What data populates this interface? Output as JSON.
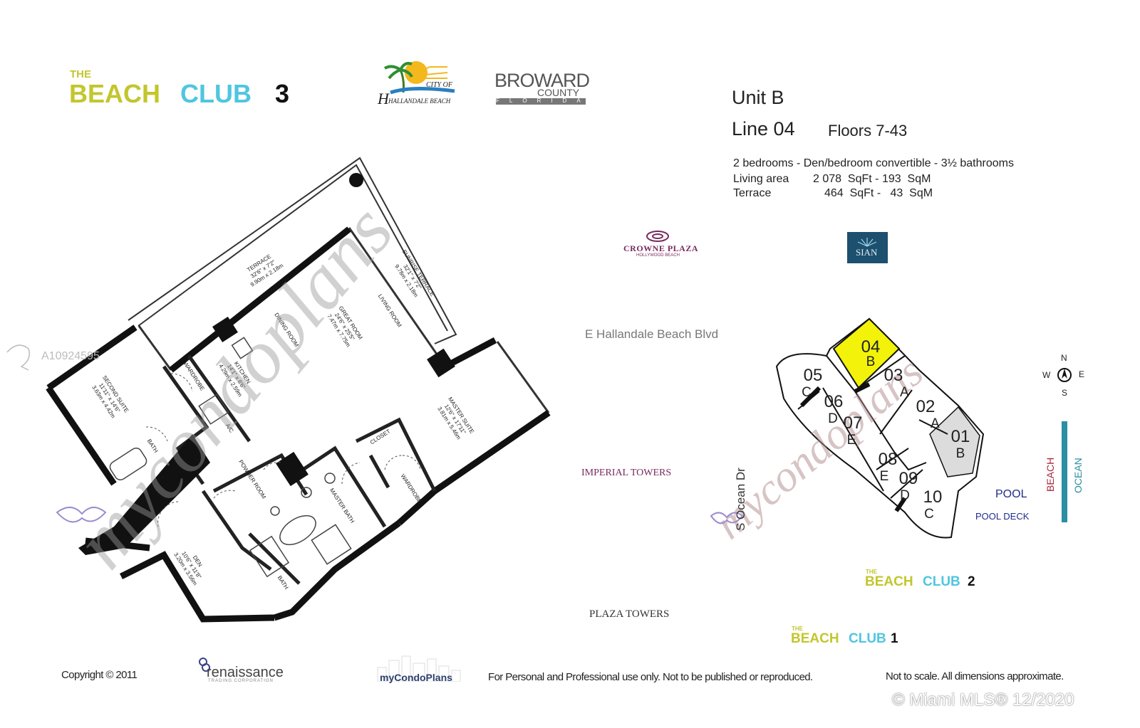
{
  "brand": {
    "main_logo": {
      "the": "THE",
      "beach": "BEACH",
      "club": "CLUB",
      "number": "3"
    },
    "city_logo": {
      "text": "CITY OF",
      "name": "HALLANDALE BEACH"
    },
    "county_logo": {
      "name": "BROWARD",
      "sub": "COUNTY",
      "state": "FLORIDA"
    }
  },
  "unit": {
    "title": "Unit B",
    "line": "Line 04",
    "floors": "Floors 7-43",
    "bedrooms": "2 bedrooms - Den/bedroom convertible - 3½ bathrooms",
    "living_label": "Living area",
    "living_value": "2 078  SqFt - 193  SqM",
    "terrace_label": "Terrace",
    "terrace_value": "464  SqFt -   43  SqM"
  },
  "rooms": {
    "terrace": {
      "name": "TERRACE",
      "dim1": "32'6\" x 7'2\"",
      "dim2": "9.90m x 2.18m"
    },
    "sunrise_terrace": {
      "name": "SUNRISE TERRACE",
      "dim1": "32'1\" x 7'2\"",
      "dim2": "9.78m x 2.18m"
    },
    "living_room": {
      "name": "LIVING ROOM"
    },
    "great_room": {
      "name": "GREAT ROOM",
      "dim1": "24'6\" x 25'5\"",
      "dim2": "7.47m x 7.75m"
    },
    "dining_room": {
      "name": "DINING ROOM"
    },
    "kitchen": {
      "name": "KITCHEN",
      "dim1": "14'1\" x 8'6\"",
      "dim2": "4.29m x 2.59m"
    },
    "wardrobe1": {
      "name": "WARDROBE"
    },
    "second_suite": {
      "name": "SECOND SUITE",
      "dim1": "11'11\" x 14'6\"",
      "dim2": "3.63m x 4.42m"
    },
    "bath1": {
      "name": "BATH"
    },
    "ac": {
      "name": "A/C"
    },
    "master_suite": {
      "name": "MASTER SUITE",
      "dim1": "12'6\" x 17'11\"",
      "dim2": "3.81m x 5.46m"
    },
    "closet": {
      "name": "CLOSET"
    },
    "wardrobe2": {
      "name": "WARDROBE"
    },
    "master_bath": {
      "name": "MASTER BATH"
    },
    "powder_room": {
      "name": "POWDER ROOM"
    },
    "den": {
      "name": "DEN",
      "dim1": "10'6\" x 11'8\"",
      "dim2": "3.20m x 3.56m"
    },
    "bath2": {
      "name": "BATH"
    }
  },
  "watermark": {
    "text": "mycondoplans",
    "id": "A10924595"
  },
  "site": {
    "crowne": "CROWNE PLAZA",
    "crowne_sub": "HOLLYWOOD BEACH",
    "sian": "SIAN",
    "street_top": "E Hallandale Beach Blvd",
    "imperial": "IMPERIAL TOWERS",
    "plaza": "PLAZA TOWERS",
    "ocean_dr": "S Ocean Dr",
    "pool": "POOL",
    "pool_deck": "POOL DECK",
    "beach": "BEACH",
    "ocean": "OCEAN",
    "compass": {
      "n": "N",
      "s": "S",
      "e": "E",
      "w": "W"
    },
    "bc2": {
      "the": "THE",
      "beach": "BEACH",
      "club": "CLUB",
      "number": "2"
    },
    "bc1": {
      "the": "THE",
      "beach": "BEACH",
      "club": "CLUB",
      "number": "1"
    }
  },
  "key_plan_units": [
    {
      "num": "04",
      "letter": "B"
    },
    {
      "num": "05",
      "letter": "C"
    },
    {
      "num": "03",
      "letter": "A"
    },
    {
      "num": "06",
      "letter": "D"
    },
    {
      "num": "02",
      "letter": "A"
    },
    {
      "num": "07",
      "letter": "E"
    },
    {
      "num": "01",
      "letter": "B"
    },
    {
      "num": "08",
      "letter": "E"
    },
    {
      "num": "09",
      "letter": "D"
    },
    {
      "num": "10",
      "letter": "C"
    }
  ],
  "footer": {
    "copyright": "Copyright © 2011",
    "renaissance": "renaissance",
    "renaissance_sub": "TRADING CORPORATION",
    "mycondo": "myCondoPlans",
    "notice": "For Personal and Professional use only.  Not to be published or reproduced.",
    "scale": "Not to scale.  All dimensions approximate.",
    "mls": "© Miami MLS® 12/2020"
  },
  "colors": {
    "lime": "#c3c62d",
    "cyan": "#4fc6e0",
    "highlight": "#f2f20a",
    "crowne": "#7a2a5e",
    "pool": "#1f2d8a",
    "beach": "#a8263b",
    "ocean": "#2b8ea3"
  }
}
